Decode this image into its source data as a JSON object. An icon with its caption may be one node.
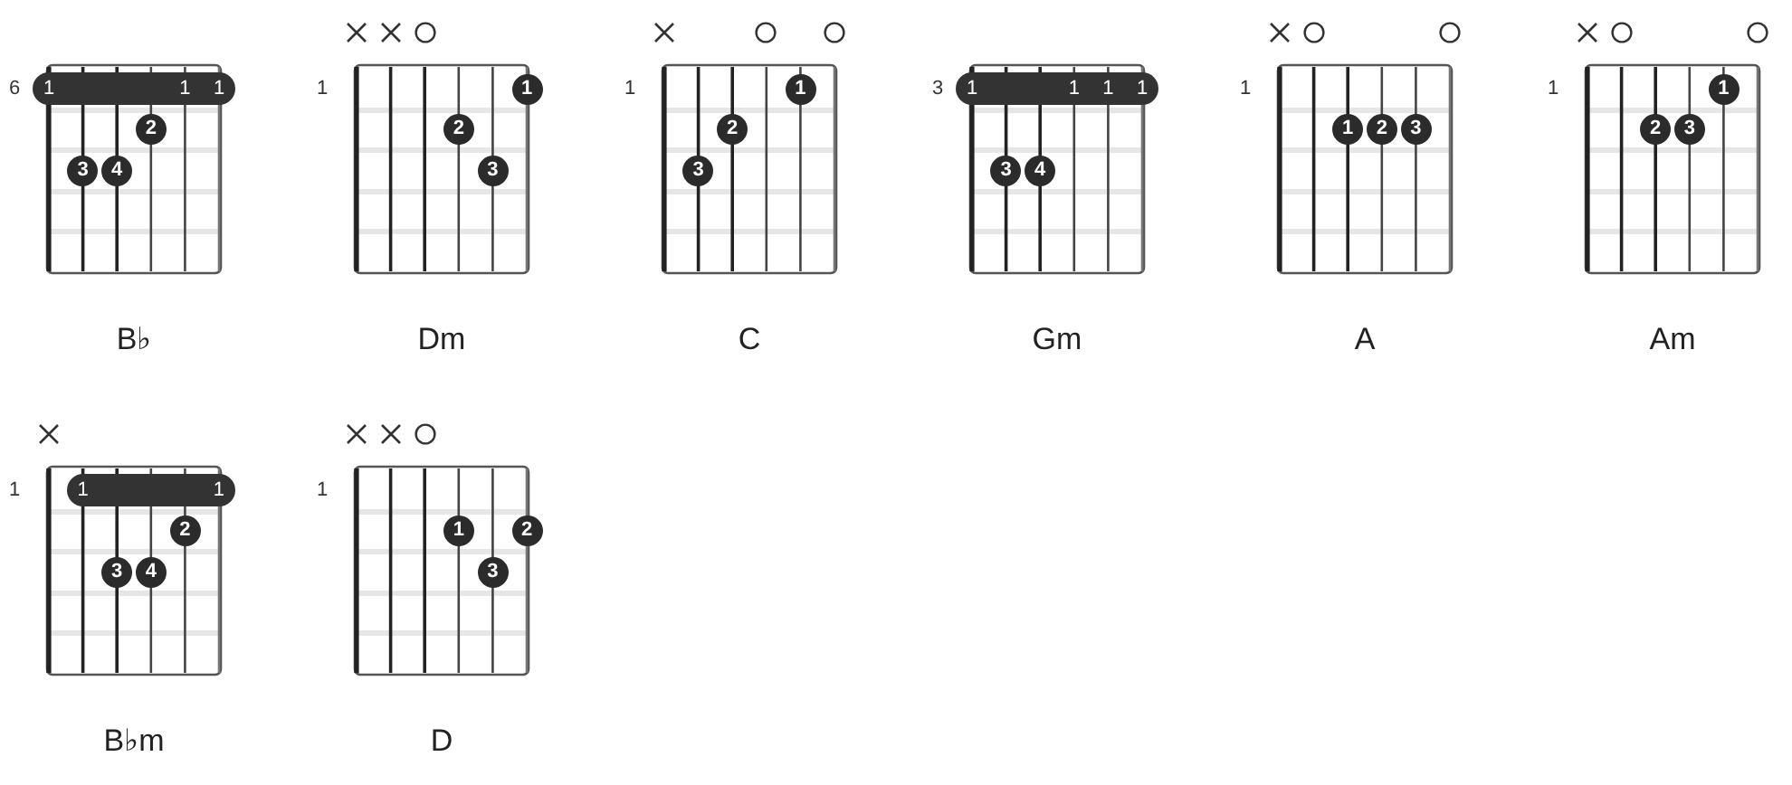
{
  "diagram": {
    "nodes": [
      {
        "text": [
          "B♭"
        ]
      },
      {
        "text": [
          "1",
          "1",
          "1"
        ],
        "in": 0
      },
      {
        "text": [
          "2"
        ],
        "in": 0
      },
      {
        "text": [
          "3"
        ],
        "in": 0
      },
      {
        "text": [
          "4"
        ],
        "in": 0
      },
      {
        "text": [
          "Dm"
        ]
      },
      {
        "text": [
          "1"
        ],
        "in": 5
      },
      {
        "text": [
          "2"
        ],
        "in": 5
      },
      {
        "text": [
          "3"
        ],
        "in": 5
      },
      {
        "text": [
          "C"
        ]
      },
      {
        "text": [
          "1"
        ],
        "in": 9
      },
      {
        "text": [
          "2"
        ],
        "in": 9
      },
      {
        "text": [
          "3"
        ],
        "in": 9
      },
      {
        "text": [
          "Gm"
        ]
      },
      {
        "text": [
          "1",
          "1",
          "1",
          "1"
        ],
        "in": 13
      },
      {
        "text": [
          "3"
        ],
        "in": 13
      },
      {
        "text": [
          "4"
        ],
        "in": 13
      },
      {
        "text": [
          "A"
        ]
      },
      {
        "text": [
          "1"
        ],
        "in": 17
      },
      {
        "text": [
          "2"
        ],
        "in": 17
      },
      {
        "text": [
          "3"
        ],
        "in": 17
      },
      {
        "text": [
          "Am"
        ]
      },
      {
        "text": [
          "1"
        ],
        "in": 21
      },
      {
        "text": [
          "2"
        ],
        "in": 21
      },
      {
        "text": [
          "3"
        ],
        "in": 21
      },
      {
        "text": [
          "B♭m"
        ]
      },
      {
        "text": [
          "1",
          "1"
        ],
        "in": 25
      },
      {
        "text": [
          "2"
        ],
        "in": 25
      },
      {
        "text": [
          "3"
        ],
        "in": 25
      },
      {
        "text": [
          "4"
        ],
        "in": 25
      },
      {
        "text": [
          "D"
        ]
      },
      {
        "text": [
          "1"
        ],
        "in": 30
      },
      {
        "text": [
          "2"
        ],
        "in": 30
      },
      {
        "text": [
          "3"
        ],
        "in": 30
      }
    ],
    "labels": [
      "6",
      "1",
      "1",
      "3",
      "1",
      "1",
      "1",
      "1"
    ]
  }
}
